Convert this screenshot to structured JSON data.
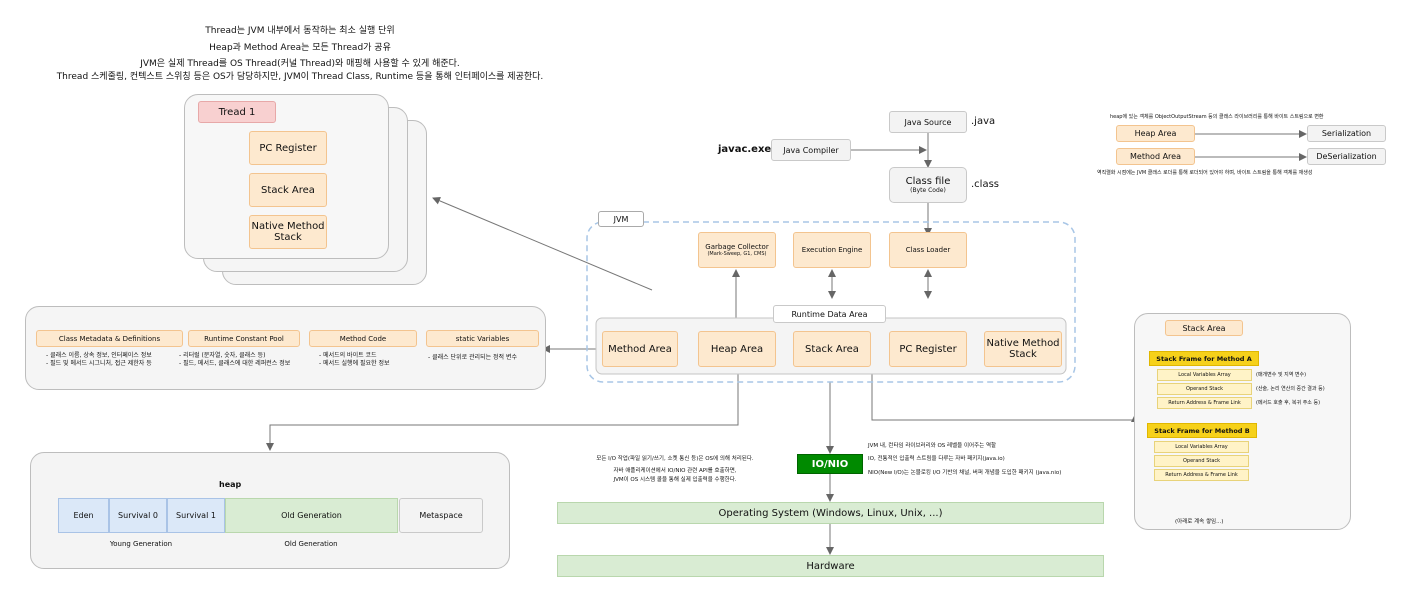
{
  "notes_top": [
    "Thread는 JVM 내부에서 동작하는 최소 실행 단위",
    "Heap과 Method Area는 모든 Thread가 공유",
    "JVM은 실제 Thread를 OS Thread(커널 Thread)와 매핑해 사용할 수 있게 해준다.",
    "Thread 스케줄링, 컨텍스트 스위칭 등은 OS가 담당하지만, JVM이 Thread Class, Runtime 등을 통해 인터페이스를 제공한다."
  ],
  "thread": {
    "title": "Tread 1",
    "items": [
      "PC Register",
      "Stack Area",
      "Native Method Stack"
    ]
  },
  "compile": {
    "source": "Java Source",
    "source_ext": ".java",
    "compiler_cmd": "javac.exe",
    "compiler": "Java Compiler",
    "classfile": "Class file",
    "classfile_sub": "(Byte Code)",
    "classfile_ext": ".class"
  },
  "serialization": {
    "note_top": "heap에 있는 객체를 ObjectOutputStream 등의 클래스 라이브러리를 통해 바이트 스트림으로 변환",
    "heap": "Heap Area",
    "method": "Method Area",
    "ser": "Serialization",
    "deser": "DeSerialization",
    "note_bottom": "역직렬화 시점에는 JVM 클래스 로더를 통해 로더되어 있어야 하며, 바이트 스트림을 통해 객체를 재생성"
  },
  "jvm": {
    "label": "JVM",
    "gc": "Garbage Collector",
    "gc_sub": "(Mark-Sweep, G1, CMS)",
    "engine": "Execution Engine",
    "loader": "Class Loader",
    "runtime_label": "Runtime Data Area",
    "areas": [
      "Method Area",
      "Heap Area",
      "Stack Area",
      "PC Register",
      "Native Method Stack"
    ]
  },
  "method_detail": {
    "cols": [
      {
        "title": "Class Metadata & Definitions",
        "lines": [
          "- 클래스 이름, 상속 정보, 인터페이스 정보",
          "- 필드 및 메서드 시그니처, 접근 제한자 등"
        ]
      },
      {
        "title": "Runtime Constant Pool",
        "lines": [
          "- 리터럴 (문자열, 숫자, 클래스 등)",
          "- 필드, 메서드, 클래스에 대한 레퍼런스 정보"
        ]
      },
      {
        "title": "Method Code",
        "lines": [
          "- 메서드의 바이트 코드",
          "- 메서드 실행에 필요한 정보"
        ]
      },
      {
        "title": "static Variables",
        "lines": [
          "- 클래스 단위로 관리되는 정적 변수"
        ]
      }
    ]
  },
  "heap": {
    "title": "heap",
    "eden": "Eden",
    "s0": "Survival 0",
    "s1": "Survival 1",
    "old": "Old Generation",
    "meta": "Metaspace",
    "young_label": "Young Generation",
    "old_label": "Old Generation"
  },
  "io": {
    "label": "IO/NIO",
    "left_notes": [
      "모든 I/O 작업(파일 읽기/쓰기, 소켓 통신 등)은 OS에 의해 처리된다.",
      "자바 애플리케이션에서 IO/NIO 관련 API를 호출하면,",
      "JVM이 OS 시스템 콜을 통해 실제 입출력을 수행한다."
    ],
    "right_notes": [
      "JVM 내, 런타임 라이브러리와 OS 레벨을 이어주는 역할",
      "IO, 전통적인 입출력 스트림을 다루는 자바 패키지(java.io)",
      "NIO(New I/O)는 논블로킹 I/O 기반의 채널, 버퍼 개념을 도입한 패키지 (java.nio)"
    ]
  },
  "os": "Operating System (Windows, Linux, Unix, ...)",
  "hardware": "Hardware",
  "stack_detail": {
    "title": "Stack Area",
    "frame_a": "Stack Frame for Method A",
    "frame_b": "Stack Frame for Method B",
    "items": [
      "Local Variables Array",
      "Operand Stack",
      "Return Address & Frame Link"
    ],
    "desc": [
      "(매개변수 및 지역 변수)",
      "(산술, 논리 연산의 중간 결과 등)",
      "(메서드 호출 후, 복귀 주소 등)"
    ],
    "more": "(아래로 계속 쌓임...)"
  },
  "colors": {
    "orange": "#fde9cf",
    "gray": "#f3f3f3",
    "green": "#d9ecd3",
    "blue": "#dbe8f8",
    "io_green": "#008a00",
    "yellow": "#f6d11a",
    "pink": "#f8d0d0"
  }
}
